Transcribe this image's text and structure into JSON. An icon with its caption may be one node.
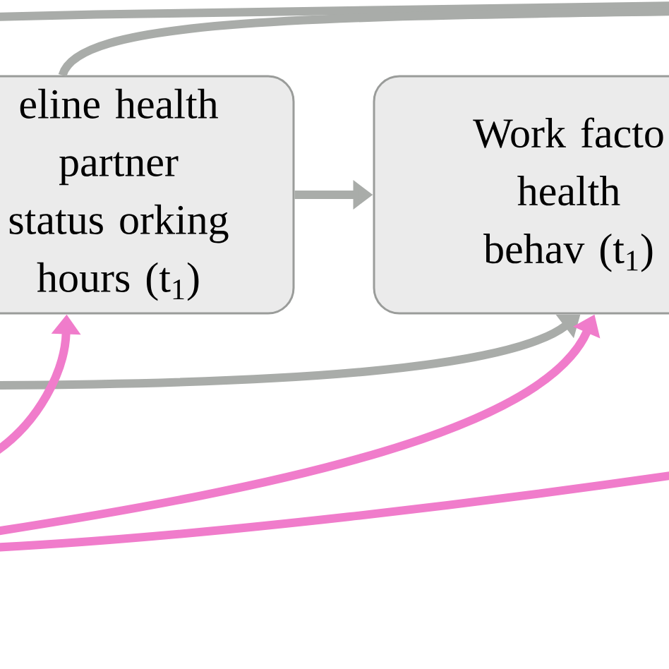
{
  "diagram": {
    "nodes": [
      {
        "text": [
          "eline health partner status orking hours (t$_{1}$)"
        ]
      },
      {
        "text": [
          "Work facto health behav (t$_{1}$)"
        ]
      }
    ],
    "edges": [
      {
        "from": 0,
        "to": 1,
        "arrow": "to"
      },
      {
        "from": 0,
        "to": null,
        "arrow": "none"
      },
      {
        "from": null,
        "to": 1,
        "arrow": "to"
      },
      {
        "from": null,
        "to": 0,
        "arrow": "to",
        "color": "#f07ccb"
      },
      {
        "from": null,
        "to": 1,
        "arrow": "to",
        "color": "#f07ccb"
      }
    ]
  }
}
